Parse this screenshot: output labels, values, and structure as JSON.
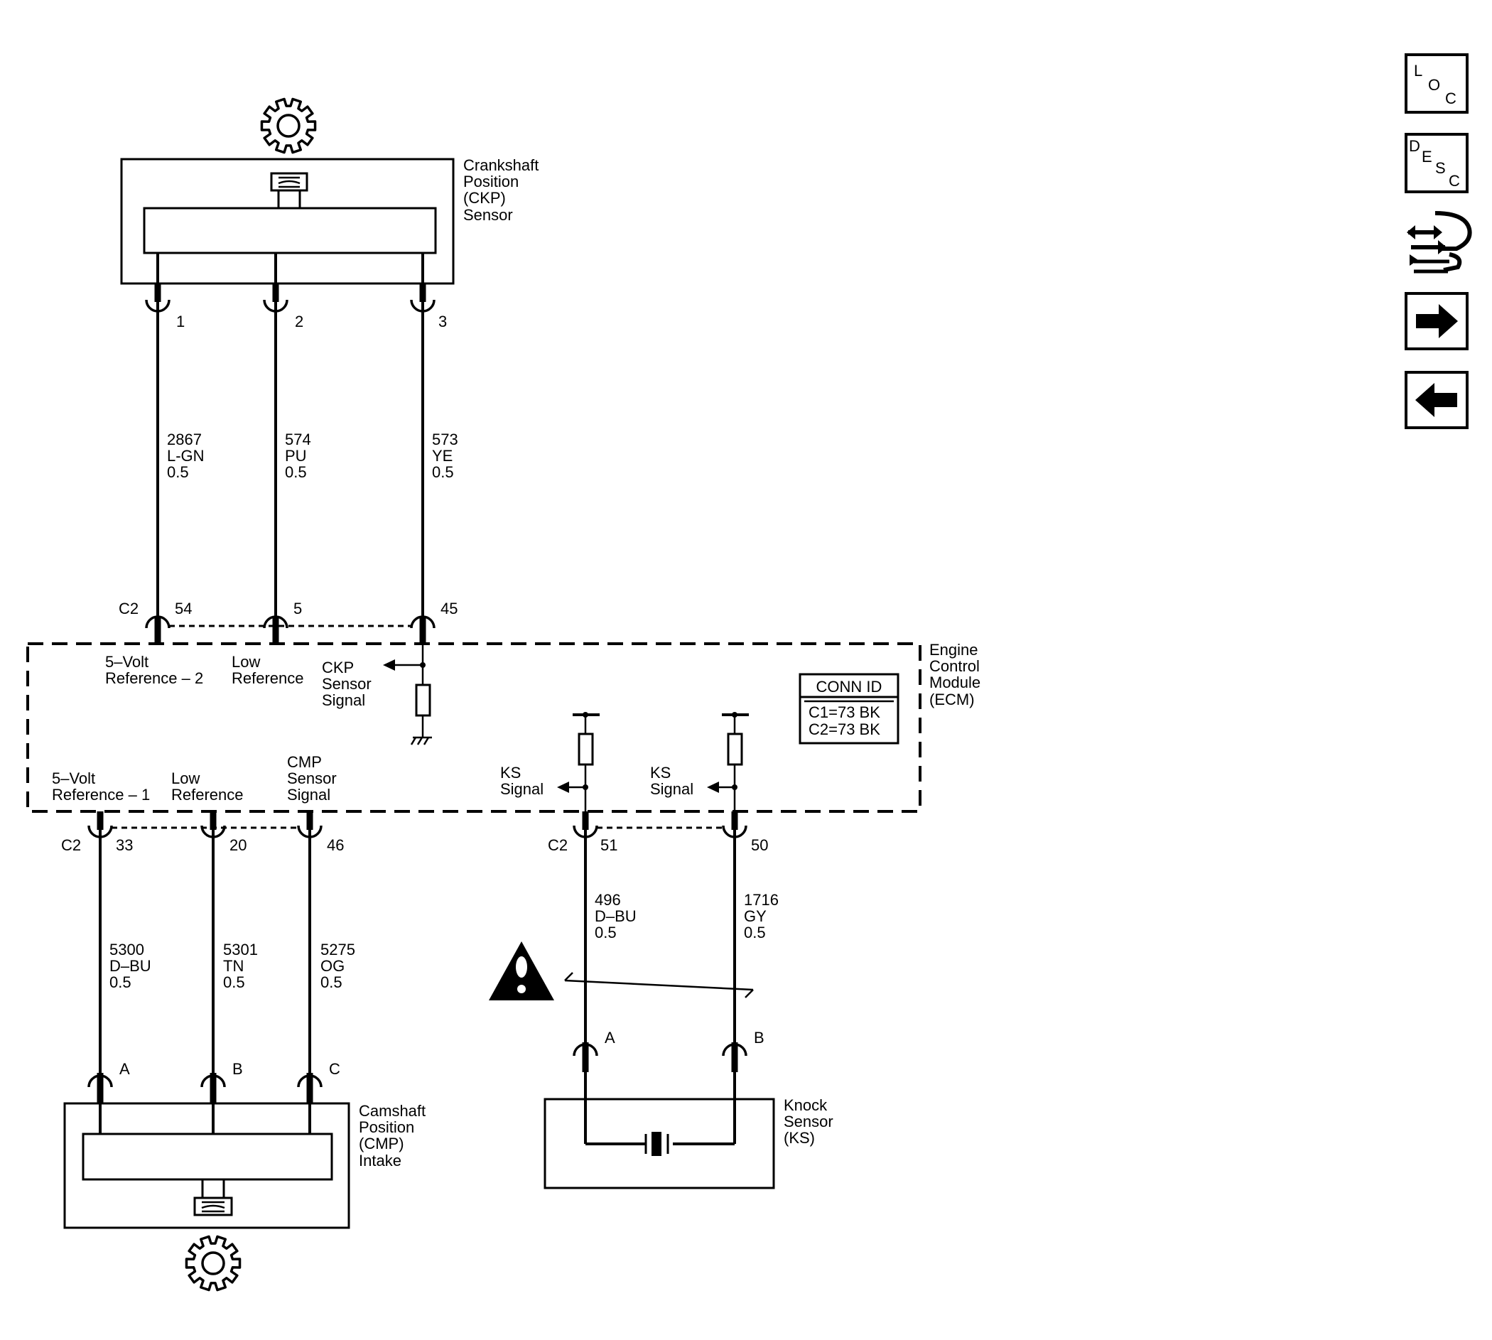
{
  "ckp_sensor": {
    "name_lines": [
      "Crankshaft",
      "Position",
      "(CKP)",
      "Sensor"
    ],
    "pins": [
      "1",
      "2",
      "3"
    ],
    "wires": [
      {
        "circuit": "2867",
        "color": "L-GN",
        "gauge": "0.5"
      },
      {
        "circuit": "574",
        "color": "PU",
        "gauge": "0.5"
      },
      {
        "circuit": "573",
        "color": "YE",
        "gauge": "0.5"
      }
    ],
    "ecm_connector": "C2",
    "ecm_pins": [
      "54",
      "5",
      "45"
    ]
  },
  "ecm": {
    "name_lines": [
      "Engine",
      "Control",
      "Module",
      "(ECM)"
    ],
    "conn_id": {
      "title": "CONN ID",
      "lines": [
        "C1=73 BK",
        "C2=73 BK"
      ]
    },
    "ckp_labels": {
      "ref2": [
        "5–Volt",
        "Reference – 2"
      ],
      "low": [
        "Low",
        "Reference"
      ],
      "signal": [
        "CKP",
        "Sensor",
        "Signal"
      ]
    },
    "cmp_labels": {
      "ref1": [
        "5–Volt",
        "Reference – 1"
      ],
      "low": [
        "Low",
        "Reference"
      ],
      "signal": [
        "CMP",
        "Sensor",
        "Signal"
      ]
    },
    "ks_labels": {
      "sig1": [
        "KS",
        "Signal"
      ],
      "sig2": [
        "KS",
        "Signal"
      ]
    }
  },
  "cmp_sensor": {
    "name_lines": [
      "Camshaft",
      "Position",
      "(CMP)",
      "Intake"
    ],
    "ecm_connector": "C2",
    "ecm_pins": [
      "33",
      "20",
      "46"
    ],
    "wires": [
      {
        "circuit": "5300",
        "color": "D–BU",
        "gauge": "0.5"
      },
      {
        "circuit": "5301",
        "color": "TN",
        "gauge": "0.5"
      },
      {
        "circuit": "5275",
        "color": "OG",
        "gauge": "0.5"
      }
    ],
    "pins": [
      "A",
      "B",
      "C"
    ]
  },
  "knock_sensor": {
    "name_lines": [
      "Knock",
      "Sensor",
      "(KS)"
    ],
    "ecm_connector": "C2",
    "ecm_pins": [
      "51",
      "50"
    ],
    "wires": [
      {
        "circuit": "496",
        "color": "D–BU",
        "gauge": "0.5"
      },
      {
        "circuit": "1716",
        "color": "GY",
        "gauge": "0.5"
      }
    ],
    "pins": [
      "A",
      "B"
    ]
  },
  "toolbar": {
    "loc": [
      "L",
      "O",
      "C"
    ],
    "desc": [
      "D",
      "E",
      "S",
      "C"
    ],
    "icons": [
      "location-icon",
      "description-icon",
      "connector-swap-icon",
      "next-arrow-icon",
      "previous-arrow-icon"
    ]
  }
}
